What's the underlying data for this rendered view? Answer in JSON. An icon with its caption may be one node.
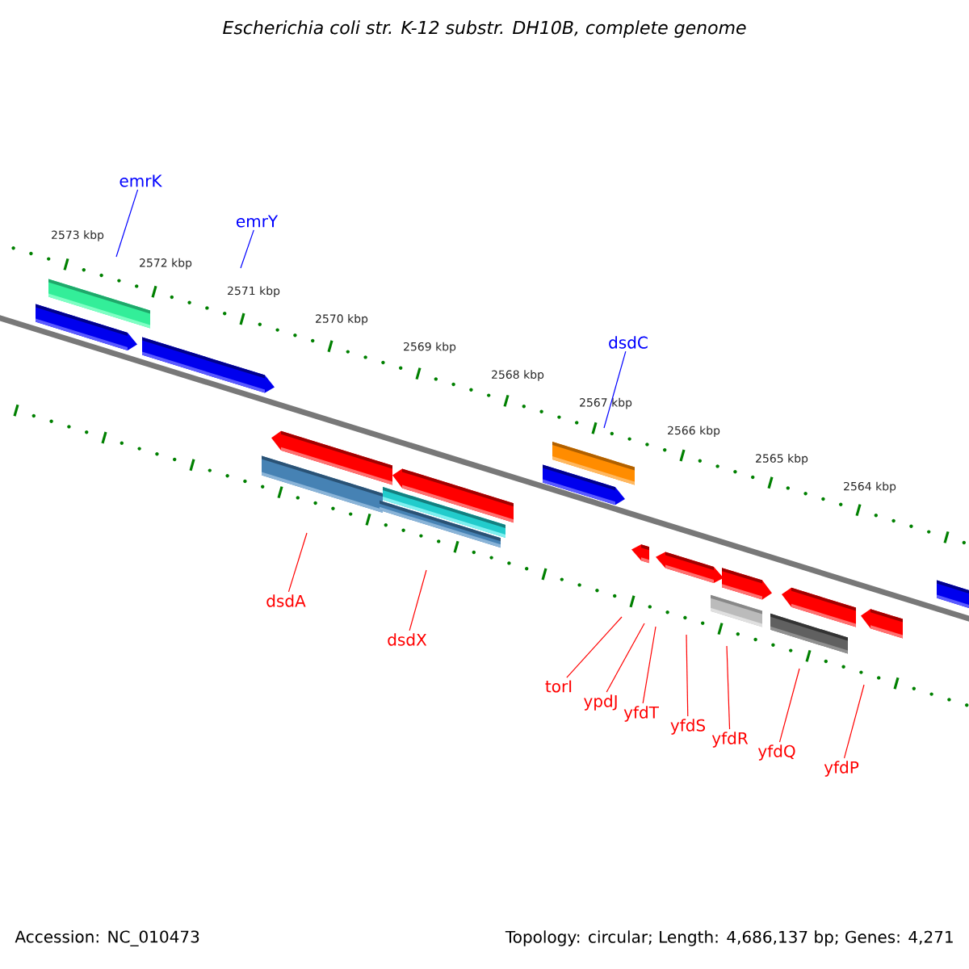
{
  "diagram": {
    "title": "Escherichia coli str. K-12 substr. DH10B, complete genome",
    "nodes": [
      {
        "text": [
          "emrK"
        ]
      },
      {
        "text": [
          "emrY"
        ]
      },
      {
        "text": [
          "dsdC"
        ]
      },
      {
        "text": [
          "dsdA"
        ]
      },
      {
        "text": [
          "dsdX"
        ]
      },
      {
        "text": [
          "torI"
        ]
      },
      {
        "text": [
          "ypdJ"
        ]
      },
      {
        "text": [
          "yfdT"
        ]
      },
      {
        "text": [
          "yfdS"
        ]
      },
      {
        "text": [
          "yfdR"
        ]
      },
      {
        "text": [
          "yfdQ"
        ]
      },
      {
        "text": [
          "yfdP"
        ]
      }
    ],
    "edges": [
      {
        "from": 0,
        "to": null,
        "arrow": "none",
        "color": "#0000ff"
      },
      {
        "from": 1,
        "to": null,
        "arrow": "none",
        "color": "#0000ff"
      },
      {
        "from": 2,
        "to": null,
        "arrow": "none",
        "color": "#0000ff"
      },
      {
        "from": 3,
        "to": null,
        "arrow": "none"
      },
      {
        "from": 4,
        "to": null,
        "arrow": "none"
      },
      {
        "from": 5,
        "to": null,
        "arrow": "none"
      },
      {
        "from": 6,
        "to": null,
        "arrow": "none"
      },
      {
        "from": 7,
        "to": null,
        "arrow": "none"
      },
      {
        "from": 8,
        "to": null,
        "arrow": "none"
      },
      {
        "from": 9,
        "to": null,
        "arrow": "none"
      },
      {
        "from": 10,
        "to": null,
        "arrow": "none"
      },
      {
        "from": 11,
        "to": null,
        "arrow": "none"
      }
    ],
    "labels": [
      "2573 kbp",
      "2572 kbp",
      "2571 kbp",
      "2570 kbp",
      "2569 kbp",
      "2568 kbp",
      "2567 kbp",
      "2566 kbp",
      "2565 kbp",
      "2564 kbp",
      "Accession: NC_010473",
      "Topology: circular; Length: 4,686,137 bp; Genes: 4,271"
    ]
  }
}
